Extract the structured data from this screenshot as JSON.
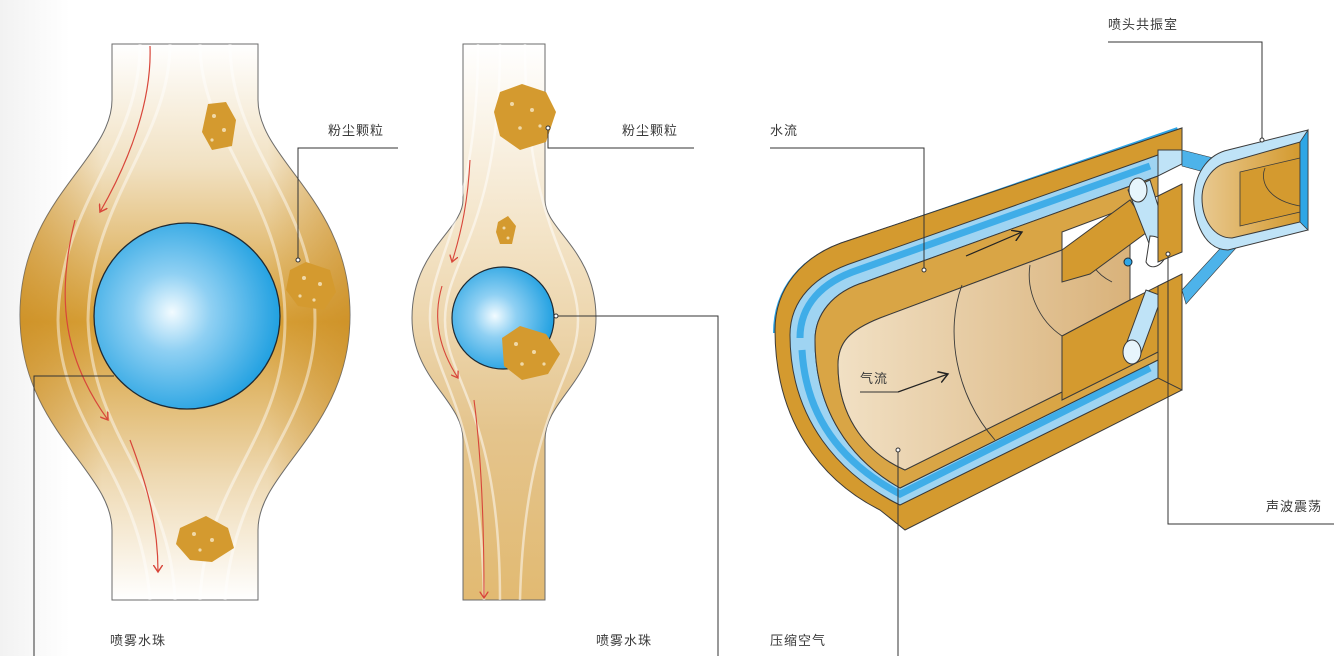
{
  "labels": {
    "left_dust": "粉尘颗粒",
    "left_droplet": "喷雾水珠",
    "mid_dust": "粉尘颗粒",
    "mid_droplet": "喷雾水珠",
    "nozzle_chamber": "喷头共振室",
    "water_flow": "水流",
    "airflow": "气流",
    "sound_wave": "声波震荡",
    "compressed_air": "压缩空气"
  },
  "colors": {
    "ochre": "#d49a2f",
    "ochre_dark": "#b57c1e",
    "tan_light": "#f0ddb9",
    "blue": "#2ea6e6",
    "blue_light": "#bfe3f7",
    "arrow_red": "#d8463a",
    "leader": "#333333",
    "background_left": "#f7f7f7"
  }
}
